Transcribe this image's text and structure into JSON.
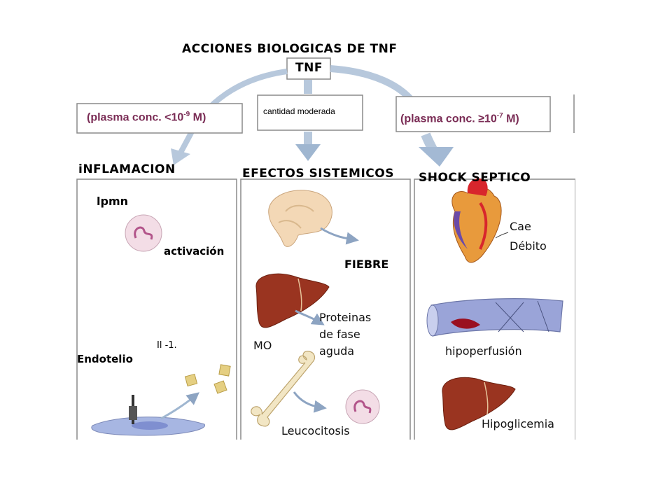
{
  "title": "ACCIONES BIOLOGICAS DE TNF",
  "root": {
    "label": "TNF"
  },
  "concentrations": {
    "low": {
      "prefix": "(plasma conc. <10",
      "exp": "-9",
      "suffix": " M)"
    },
    "moderate": {
      "label": "cantidad moderada"
    },
    "high": {
      "prefix": "(plasma conc. ≥10",
      "exp": "-7",
      "suffix": " M)"
    }
  },
  "columns": {
    "inflamacion": {
      "heading": "iNFLAMACION",
      "items": {
        "cell": "lpmn",
        "action": "activación",
        "tissue": "Endotelio",
        "mediator": "Il -1."
      }
    },
    "sistemicos": {
      "heading": "EFECTOS SISTEMICOS",
      "items": {
        "fever": "FIEBRE",
        "proteins_l1": "Proteinas",
        "proteins_l2": "de fase",
        "proteins_l3": "aguda",
        "marrow": "MO",
        "leuko": "Leucocitosis"
      }
    },
    "shock": {
      "heading": "SHOCK SEPTICO",
      "items": {
        "cardiac_l1": "Cae",
        "cardiac_l2": "Débito",
        "perfusion": "hipoperfusión",
        "glucose": "Hipoglicemia"
      }
    }
  },
  "colors": {
    "arrow": "#9fb6d0",
    "frame": "#8a8a8a",
    "concText": "#7a2c55",
    "liver": "#9a3420",
    "vessel": "#9aa4d8",
    "cell": "#f1d6e2"
  }
}
